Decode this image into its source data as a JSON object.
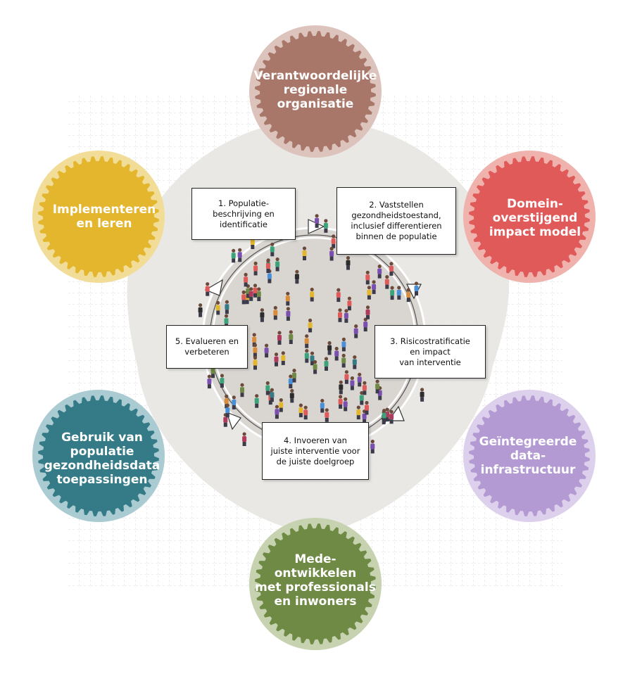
{
  "gears": [
    {
      "id": "top",
      "label": "Verantwoordelijke\nregionale\norganisatie",
      "color": "#a9776a",
      "light": "#dcc3bb"
    },
    {
      "id": "right-top",
      "label": "Domein-\noverstijgend\nimpact model",
      "color": "#e05a5a",
      "light": "#f0b2ad"
    },
    {
      "id": "right-bottom",
      "label": "Geïntegreerde\ndata-\ninfrastructuur",
      "color": "#b39ad2",
      "light": "#ddd0ec"
    },
    {
      "id": "bottom",
      "label": "Mede-\nontwikkelen\nmet professionals\nen inwoners",
      "color": "#6f8a45",
      "light": "#c7d3b0"
    },
    {
      "id": "left-bottom",
      "label": "Gebruik van\npopulatie\ngezondheidsdata\ntoepassingen",
      "color": "#347b87",
      "light": "#a9cbd1"
    },
    {
      "id": "left-top",
      "label": "Implementeren\nen leren",
      "color": "#e3b62e",
      "light": "#f1dd97"
    }
  ],
  "steps": [
    {
      "id": "step1",
      "label": "1. Populatie-\nbeschrijving en\nidentificatie"
    },
    {
      "id": "step2",
      "label": "2. Vaststellen\ngezondheidstoestand,\ninclusief differentieren\nbinnen de populatie"
    },
    {
      "id": "step3",
      "label": "3. Risicostratificatie\nen impact\nvan interventie"
    },
    {
      "id": "step4",
      "label": "4. Invoeren van\njuiste interventie voor\nde juiste doelgroep"
    },
    {
      "id": "step5",
      "label": "5. Evalueren en\nverbeteren"
    }
  ]
}
